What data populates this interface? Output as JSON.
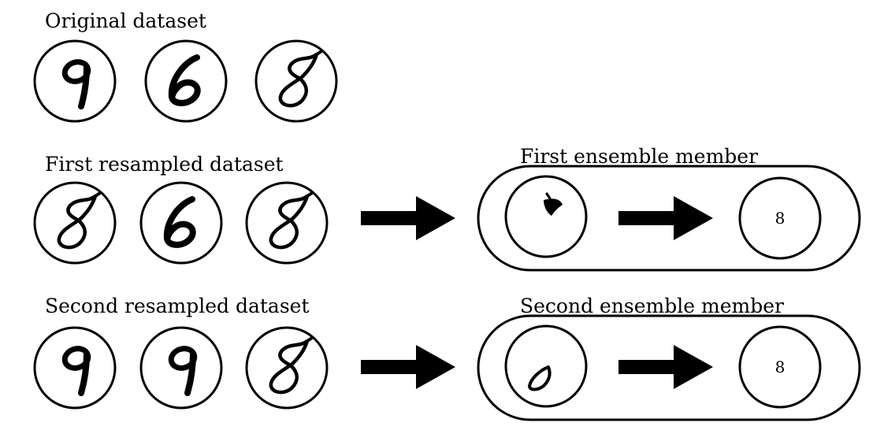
{
  "rows": {
    "original": {
      "label": "Original dataset",
      "digits": [
        "9",
        "6",
        "8"
      ]
    },
    "first": {
      "label": "First resampled dataset",
      "digits": [
        "8",
        "6",
        "8"
      ]
    },
    "second": {
      "label": "Second resampled dataset",
      "digits": [
        "9",
        "9",
        "8"
      ]
    }
  },
  "members": {
    "first": {
      "label": "First ensemble member",
      "input_sample": "partial-8-top-loop",
      "output": "8"
    },
    "second": {
      "label": "Second ensemble member",
      "input_sample": "partial-8-bottom-loop",
      "output": "8"
    }
  },
  "colors": {
    "stroke": "#000000",
    "background": "#ffffff"
  }
}
